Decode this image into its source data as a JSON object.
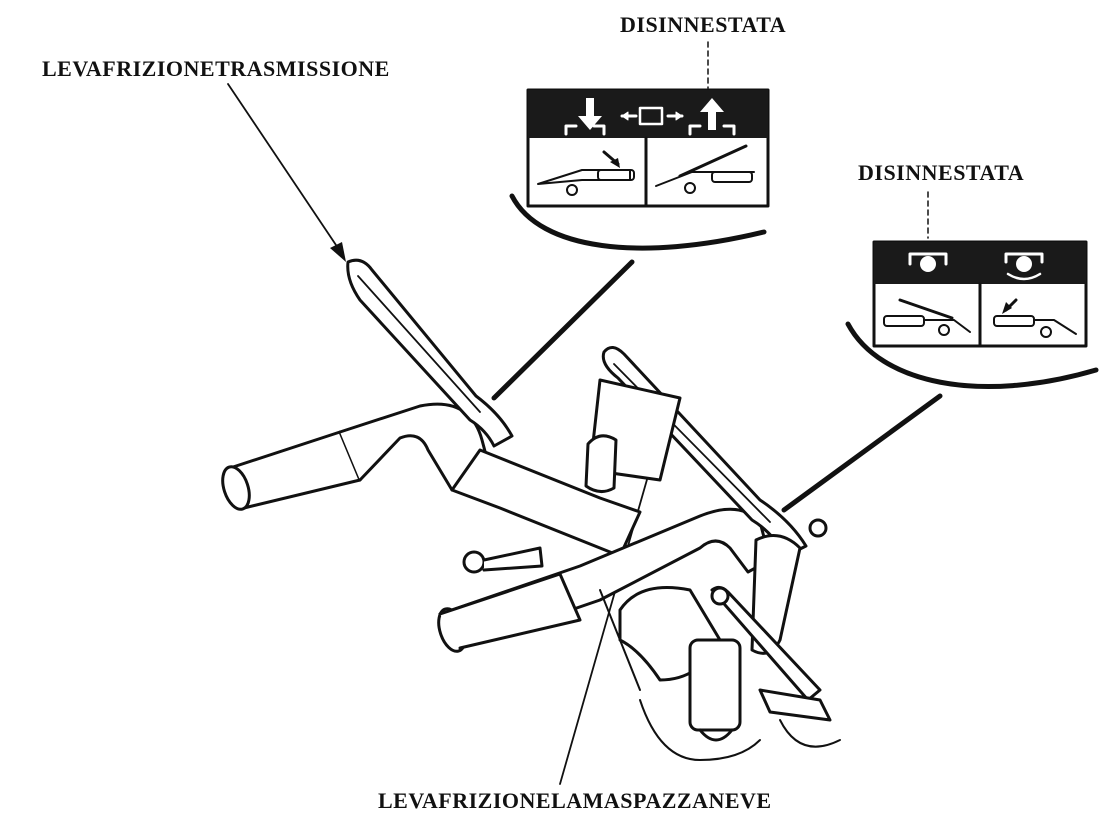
{
  "labels": {
    "transmission_clutch_lever": "LEVAFRIZIONETRASMISSIONE",
    "disengaged_top": "DISINNESTATA",
    "disengaged_right": "DISINNESTATA",
    "auger_clutch_lever": "LEVAFRIZIONELAMASPAZZANEVE"
  },
  "colors": {
    "ink": "#111111",
    "panel": "#1a1a1a",
    "background": "#ffffff"
  },
  "icons": {
    "decal_left": [
      "down-arrow-icon",
      "drive-gearbox-icon",
      "up-arrow-icon",
      "lever-pressed-icon",
      "lever-released-icon"
    ],
    "decal_right": [
      "gear-stopped-icon",
      "gear-rotating-icon",
      "lever-released-icon",
      "lever-pressed-icon"
    ]
  }
}
